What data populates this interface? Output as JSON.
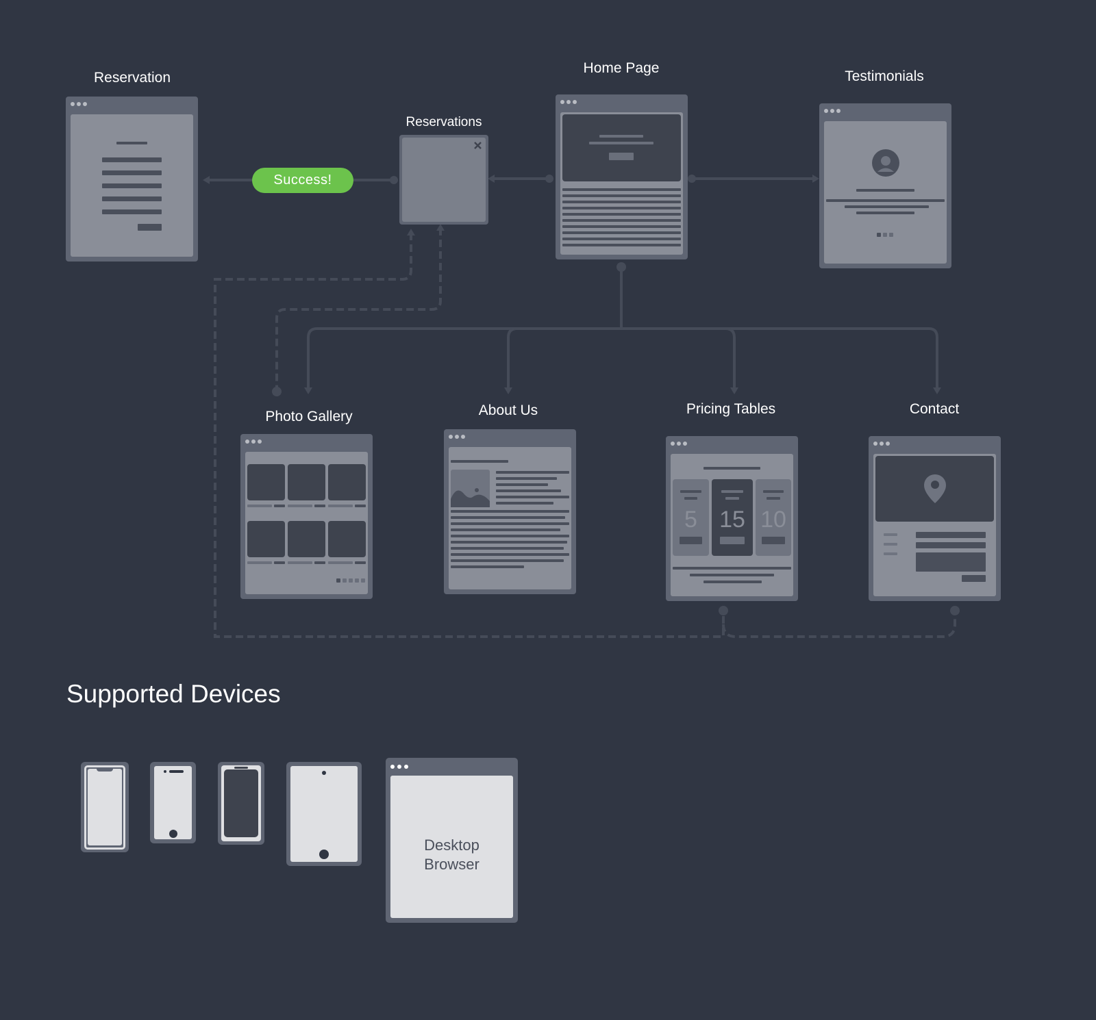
{
  "pages": {
    "reservation": {
      "title": "Reservation"
    },
    "reservations": {
      "title": "Reservations"
    },
    "home": {
      "title": "Home Page"
    },
    "testimonials": {
      "title": "Testimonials"
    },
    "gallery": {
      "title": "Photo Gallery"
    },
    "about": {
      "title": "About Us"
    },
    "pricing": {
      "title": "Pricing Tables",
      "prices": [
        "5",
        "15",
        "10"
      ]
    },
    "contact": {
      "title": "Contact"
    }
  },
  "success_badge": "Success!",
  "devices": {
    "heading": "Supported Devices",
    "desktop_label_line1": "Desktop",
    "desktop_label_line2": "Browser"
  },
  "icons": [
    "close-icon",
    "user-avatar-icon",
    "image-placeholder-icon",
    "map-pin-icon",
    "window-dots-icon"
  ],
  "colors": {
    "background": "#303643",
    "window_frame": "#5f6573",
    "window_content": "#8a8e98",
    "dark_block": "#3e434e",
    "connector": "#454b58",
    "success": "#6cc34c",
    "text": "#ffffff"
  }
}
